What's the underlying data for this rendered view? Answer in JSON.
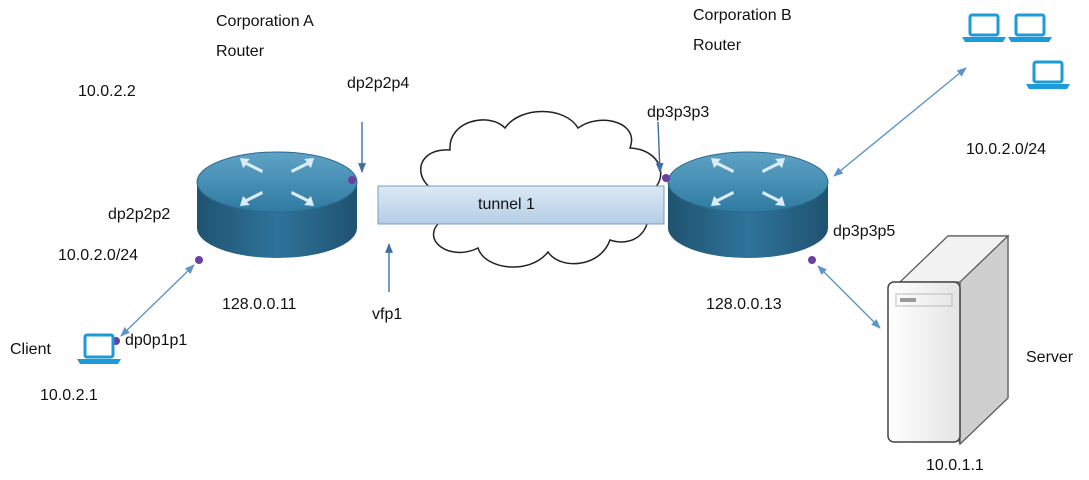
{
  "corp_a": {
    "name": "Corporation A",
    "type": "Router",
    "public_ip": "128.0.0.11",
    "inside_ip": "10.0.2.2"
  },
  "corp_b": {
    "name": "Corporation B",
    "type": "Router",
    "public_ip": "128.0.0.13"
  },
  "interfaces": {
    "a_wan": "dp2p2p4",
    "a_lan": "dp2p2p2",
    "a_lan_subnet": "10.0.2.0/24",
    "b_wan": "dp3p3p3",
    "b_server": "dp3p3p5",
    "client_if": "dp0p1p1",
    "vfp": "vfp1"
  },
  "tunnel": {
    "label": "tunnel 1"
  },
  "client": {
    "label": "Client",
    "ip": "10.0.2.1"
  },
  "server": {
    "label": "Server",
    "ip": "10.0.1.1"
  },
  "remote_lan": {
    "subnet": "10.0.2.0/24"
  },
  "colors": {
    "router_top": "#3e86ad",
    "router_side": "#25607f",
    "link": "#5b95c9",
    "laptop": "#1d9ad8",
    "port": "#6b3fa0"
  }
}
